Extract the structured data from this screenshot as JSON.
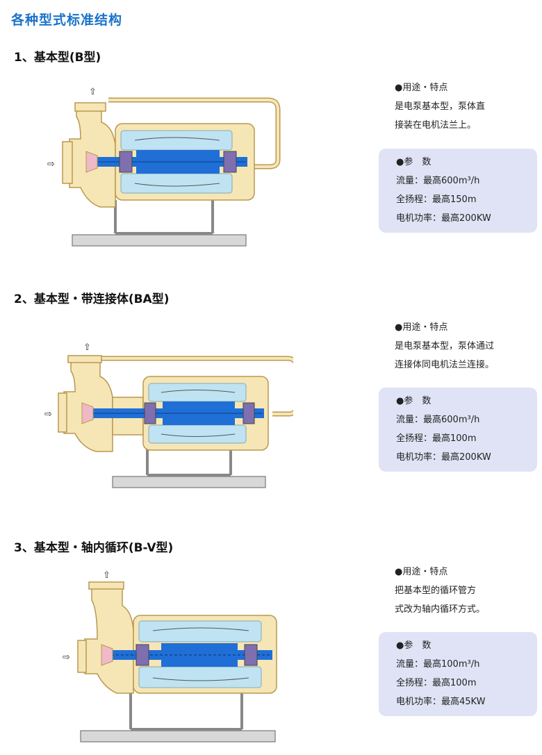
{
  "page": {
    "title": "各种型式标准结构"
  },
  "colors": {
    "casing": "#f6e6b6",
    "casing_stroke": "#b8984f",
    "shaft": "#1f6fd6",
    "cooling": "#bfe3f2",
    "bearing": "#7f6fb0",
    "panel": "#dfe3f5",
    "title_blue": "#1a73c9"
  },
  "sections": [
    {
      "title": "1、基本型(B型)",
      "usage_header": "●用途・特点",
      "usage_lines": [
        "是电泵基本型，泵体直",
        "接装在电机法兰上。"
      ],
      "params_header": "●参　数",
      "flow": "流量：最高600m³/h",
      "head": "全扬程：最高150m",
      "power": "电机功率：最高200KW"
    },
    {
      "title": "2、基本型・带连接体(BA型)",
      "usage_header": "●用途・特点",
      "usage_lines": [
        "是电泵基本型，泵体通过",
        "连接体同电机法兰连接。"
      ],
      "params_header": "●参　数",
      "flow": "流量：最高600m³/h",
      "head": "全扬程：最高100m",
      "power": "电机功率：最高200KW"
    },
    {
      "title": "3、基本型・轴内循环(B-V型)",
      "usage_header": "●用途・特点",
      "usage_lines": [
        "把基本型的循环管方",
        "式改为轴内循环方式。"
      ],
      "params_header": "●参　数",
      "flow": "流量：最高100m³/h",
      "head": "全扬程：最高100m",
      "power": "电机功率：最高45KW"
    }
  ]
}
